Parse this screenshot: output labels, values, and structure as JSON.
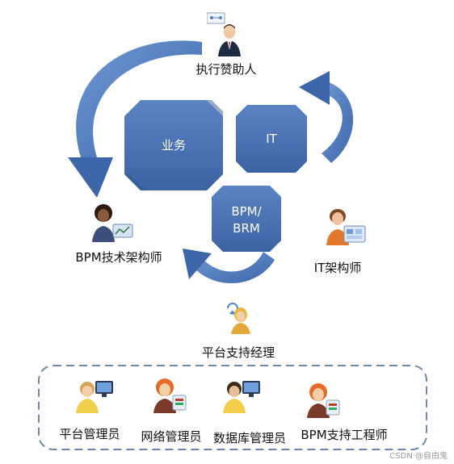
{
  "blocks": {
    "business": "业务",
    "it": "IT",
    "bpm_brm": [
      "BPM/",
      "BRM"
    ]
  },
  "roles": {
    "sponsor": "执行赞助人",
    "bpm_architect": "BPM技术架构师",
    "it_architect": "IT架构师",
    "platform_manager": "平台支持经理"
  },
  "support_team": {
    "platform_admin": "平台管理员",
    "network_admin": "网络管理员",
    "db_admin": "数据库管理员",
    "bpm_engineer": "BPM支持工程师"
  },
  "watermark": "CSDN @自由鬼",
  "colors": {
    "block": "#4a72b3",
    "arrow": "#4d7cc0",
    "dashed_border": "#6e88a8"
  }
}
